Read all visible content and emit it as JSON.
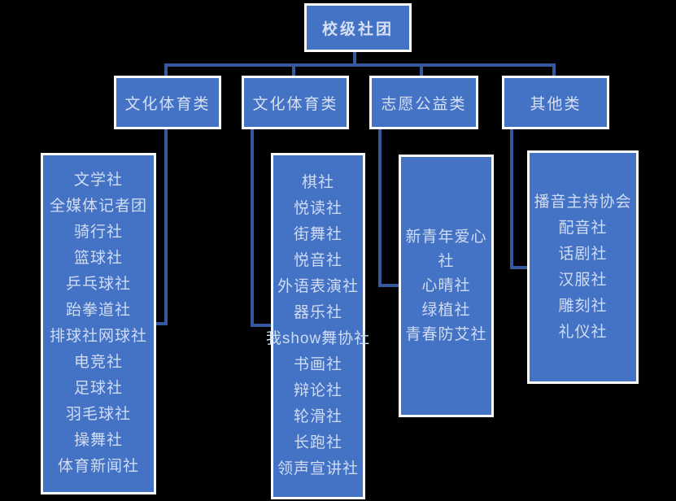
{
  "title": "校级社团结构图",
  "colors": {
    "background": "#000000",
    "box_fill": "#4472C4",
    "box_border": "#FCFCFC",
    "connector": "#35589E",
    "text": "#D5E0F4"
  },
  "root": {
    "label": "校级社团"
  },
  "categories": [
    {
      "label": "文化体育类"
    },
    {
      "label": "文化体育类"
    },
    {
      "label": "志愿公益类"
    },
    {
      "label": "其他类"
    }
  ],
  "lists": [
    {
      "items": [
        "文学社",
        "全媒体记者团",
        "骑行社",
        "篮球社",
        "乒乓球社",
        "跆拳道社",
        "排球社网球社",
        "电竞社",
        "足球社",
        "羽毛球社",
        "操舞社",
        "体育新闻社"
      ]
    },
    {
      "items": [
        "棋社",
        "悦读社",
        "街舞社",
        "悦音社",
        "外语表演社",
        "器乐社",
        "我show舞协社",
        "书画社",
        "辩论社",
        "轮滑社",
        "长跑社",
        "领声宣讲社"
      ]
    },
    {
      "items": [
        "新青年爱心社",
        "心晴社",
        "绿植社",
        "青春防艾社"
      ]
    },
    {
      "items": [
        "播音主持协会",
        "配音社",
        "话剧社",
        "汉服社",
        "雕刻社",
        "礼仪社"
      ]
    }
  ]
}
